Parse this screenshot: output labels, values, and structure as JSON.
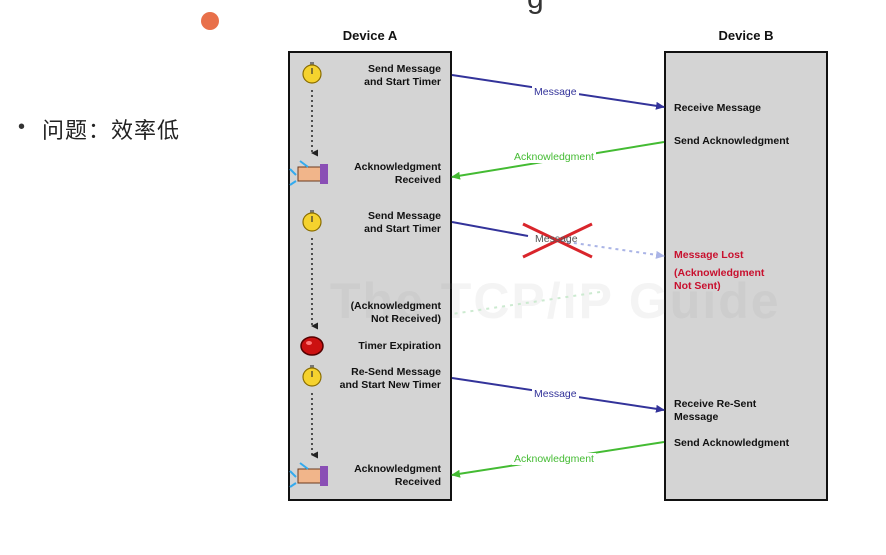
{
  "title_fragment": "g",
  "bullet": {
    "dot": "•",
    "text": "问题：效率低"
  },
  "device_a": {
    "title": "Device A",
    "labels": [
      {
        "id": "send1",
        "text": "Send Message\nand Start Timer"
      },
      {
        "id": "ack1",
        "text": "Acknowledgment\nReceived"
      },
      {
        "id": "send2",
        "text": "Send Message\nand Start Timer"
      },
      {
        "id": "noack",
        "text": "(Acknowledgment\nNot Received)"
      },
      {
        "id": "expire",
        "text": "Timer Expiration"
      },
      {
        "id": "resend",
        "text": "Re-Send Message\nand Start New Timer"
      },
      {
        "id": "ack2",
        "text": "Acknowledgment\nReceived"
      }
    ]
  },
  "device_b": {
    "title": "Device B",
    "labels": [
      {
        "id": "recv1",
        "text": "Receive Message"
      },
      {
        "id": "sendack1",
        "text": "Send Acknowledgment"
      },
      {
        "id": "lost",
        "text": "Message Lost"
      },
      {
        "id": "lostnote",
        "text": "(Acknowledgment\nNot Sent)"
      },
      {
        "id": "recv2",
        "text": "Receive Re-Sent\nMessage"
      },
      {
        "id": "sendack2",
        "text": "Send Acknowledgment"
      }
    ]
  },
  "arrows": [
    {
      "label": "Message",
      "color": "#33339a"
    },
    {
      "label": "Acknowledgment",
      "color": "#44bb33"
    },
    {
      "label": "Message",
      "color": "#33339a"
    },
    {
      "label": "Message",
      "color": "#33339a"
    },
    {
      "label": "Acknowledgment",
      "color": "#44bb33"
    }
  ],
  "watermark": "The TCP/IP Guide",
  "colors": {
    "lane": "#d4d4d4",
    "message": "#33339a",
    "ack": "#44bb33",
    "lost": "#c8102e",
    "lost_arrow": "#aab4e6",
    "orange_dot": "#e8704a"
  },
  "icons": {
    "timer": "stopwatch-icon",
    "ack": "hand-receiving-icon",
    "expired": "red-alarm-icon",
    "cross": "red-x-icon",
    "slide_marker": "orange-dot-icon"
  }
}
